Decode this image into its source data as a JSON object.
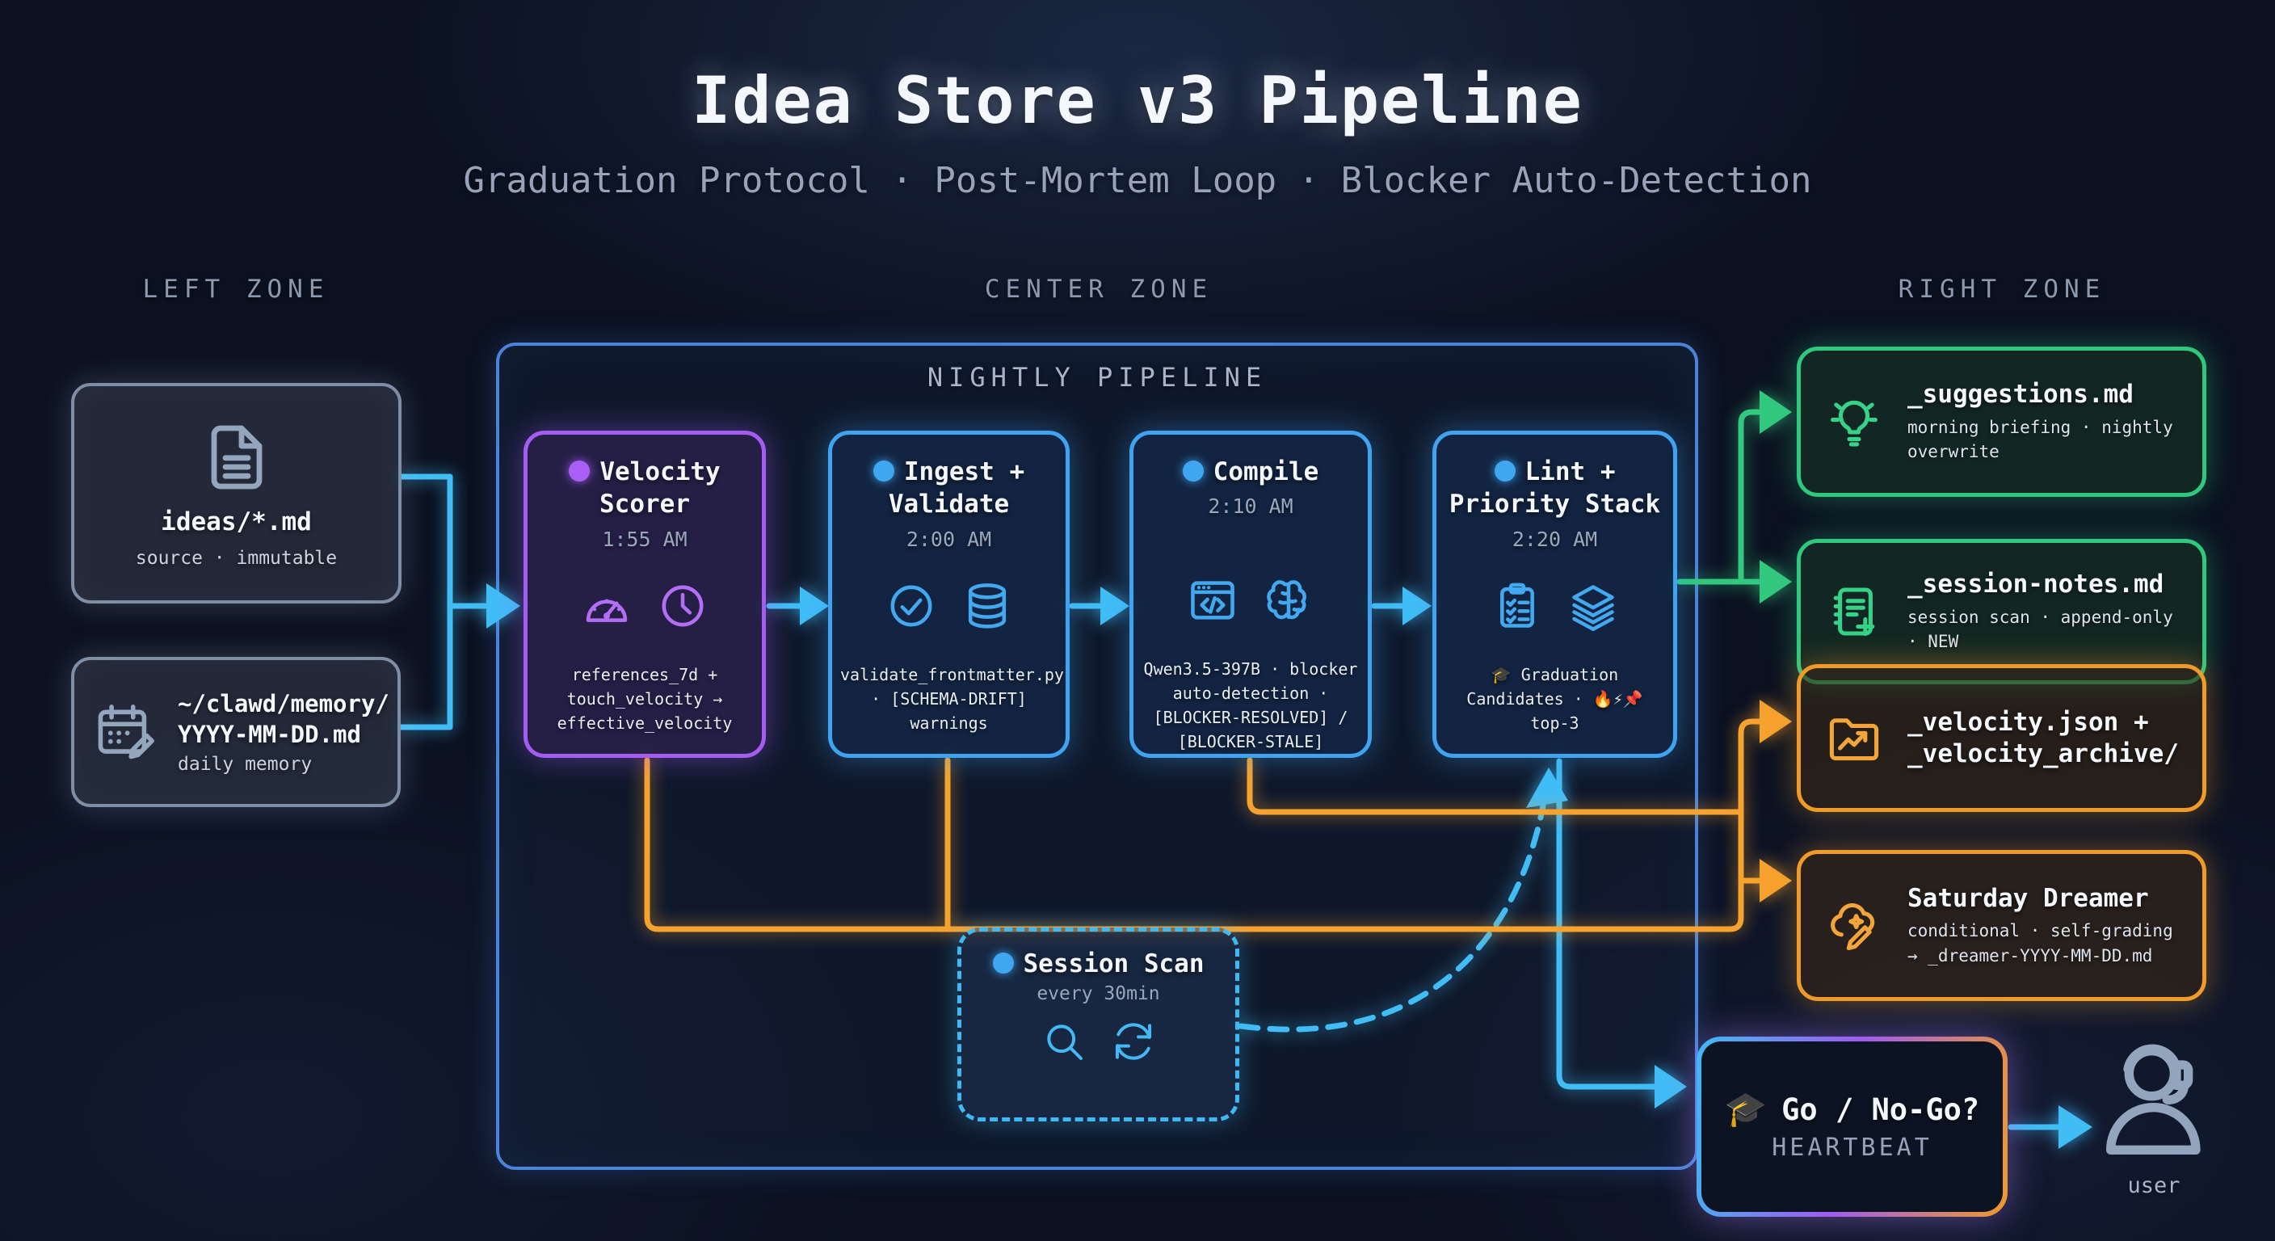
{
  "palette": {
    "background": "#0b1120",
    "cyan": "#41bdf6",
    "container_blue": "#4b83d9",
    "purple": "#a45cf3",
    "green": "#2fc87c",
    "orange": "#f09a28",
    "slate": "#7f8ea5",
    "text_primary": "#f4f7fc",
    "text_secondary": "#98a3b9"
  },
  "header": {
    "title": "Idea Store v3 Pipeline",
    "subtitle": "Graduation Protocol · Post-Mortem Loop · Blocker Auto-Detection"
  },
  "zones": {
    "left": "LEFT ZONE",
    "center": "CENTER ZONE",
    "right": "RIGHT ZONE"
  },
  "left_zone": {
    "ideas_box": {
      "icon": "document-icon",
      "title": "ideas/*.md",
      "subtitle": "source · immutable"
    },
    "memory_box": {
      "icon": "calendar-pencil-icon",
      "title_line1": "~/clawd/memory/",
      "title_line2": "YYYY-MM-DD.md",
      "subtitle": "daily memory"
    }
  },
  "pipeline": {
    "label": "NIGHTLY PIPELINE",
    "stages": [
      {
        "name": "Velocity Scorer",
        "time": "1:55 AM",
        "icons": [
          "gauge-icon",
          "clock-icon"
        ],
        "description": "references_7d + touch_velocity → effective_velocity",
        "accent": "#a45cf3"
      },
      {
        "name": "Ingest + Validate",
        "time": "2:00 AM",
        "icons": [
          "check-circle-icon",
          "database-icon"
        ],
        "description": "validate_frontmatter.py · [SCHEMA-DRIFT] warnings",
        "accent": "#3fa3ef"
      },
      {
        "name": "Compile",
        "time": "2:10 AM",
        "icons": [
          "code-window-icon",
          "brain-icon"
        ],
        "description": "Qwen3.5-397B · blocker auto-detection · [BLOCKER-RESOLVED] / [BLOCKER-STALE]",
        "accent": "#3fa3ef"
      },
      {
        "name": "Lint + Priority Stack",
        "time": "2:20 AM",
        "icons": [
          "clipboard-check-icon",
          "layers-icon"
        ],
        "description": "🎓 Graduation Candidates · 🔥⚡📌 top-3",
        "accent": "#3fa3ef"
      }
    ],
    "session_scan": {
      "name": "Session Scan",
      "schedule": "every 30min",
      "icons": [
        "search-icon",
        "refresh-icon"
      ]
    }
  },
  "right_zone": {
    "outputs": [
      {
        "icon": "lightbulb-icon",
        "title": "_suggestions.md",
        "subtitle": "morning briefing · nightly overwrite",
        "color": "#2fc87c"
      },
      {
        "icon": "notebook-plus-icon",
        "title": "_session-notes.md",
        "subtitle": "session scan · append-only · NEW",
        "color": "#2fc87c"
      },
      {
        "icon": "folder-chart-icon",
        "title": "_velocity.json + _velocity_archive/",
        "subtitle": "",
        "color": "#f09a28"
      },
      {
        "icon": "cloud-pencil-icon",
        "title": "Saturday Dreamer",
        "subtitle": "conditional · self-grading → _dreamer-YYYY-MM-DD.md",
        "color": "#f09a28"
      }
    ],
    "go_nogo": {
      "emoji": "🎓",
      "title": "Go / No-Go?",
      "subtitle": "HEARTBEAT"
    },
    "user": {
      "icon": "headset-user-icon",
      "label": "user"
    }
  }
}
